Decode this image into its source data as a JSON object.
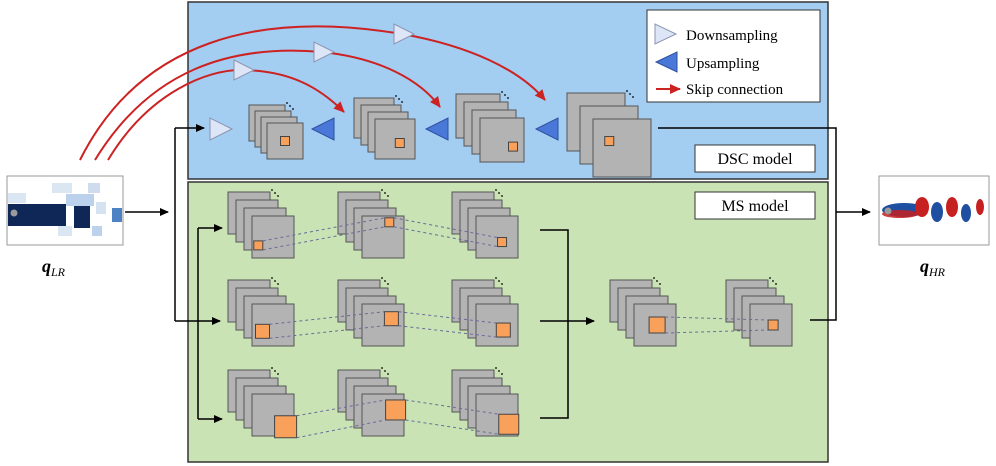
{
  "legend": {
    "downsampling": "Downsampling",
    "upsampling": "Upsampling",
    "skip_connection": "Skip connection"
  },
  "models": {
    "dsc": "DSC model",
    "ms": "MS model"
  },
  "input": {
    "symbol": "q",
    "subscript": "LR"
  },
  "output": {
    "symbol": "q",
    "subscript": "HR"
  },
  "colors": {
    "dsc_background": "#a4cdf2",
    "ms_background": "#c9e3b4",
    "feature_map": "#b3b3b3",
    "kernel": "#f9a15a",
    "downsampling": "#dde6f6",
    "upsampling": "#4a78d8",
    "skip_connection": "#cc2222",
    "lr_field": "#0e2756",
    "hr_positive": "#c62020",
    "hr_negative": "#1f4fa0"
  },
  "icons": [
    "downsampling-triangle-icon",
    "upsampling-triangle-icon",
    "skip-connection-arrow-icon"
  ]
}
